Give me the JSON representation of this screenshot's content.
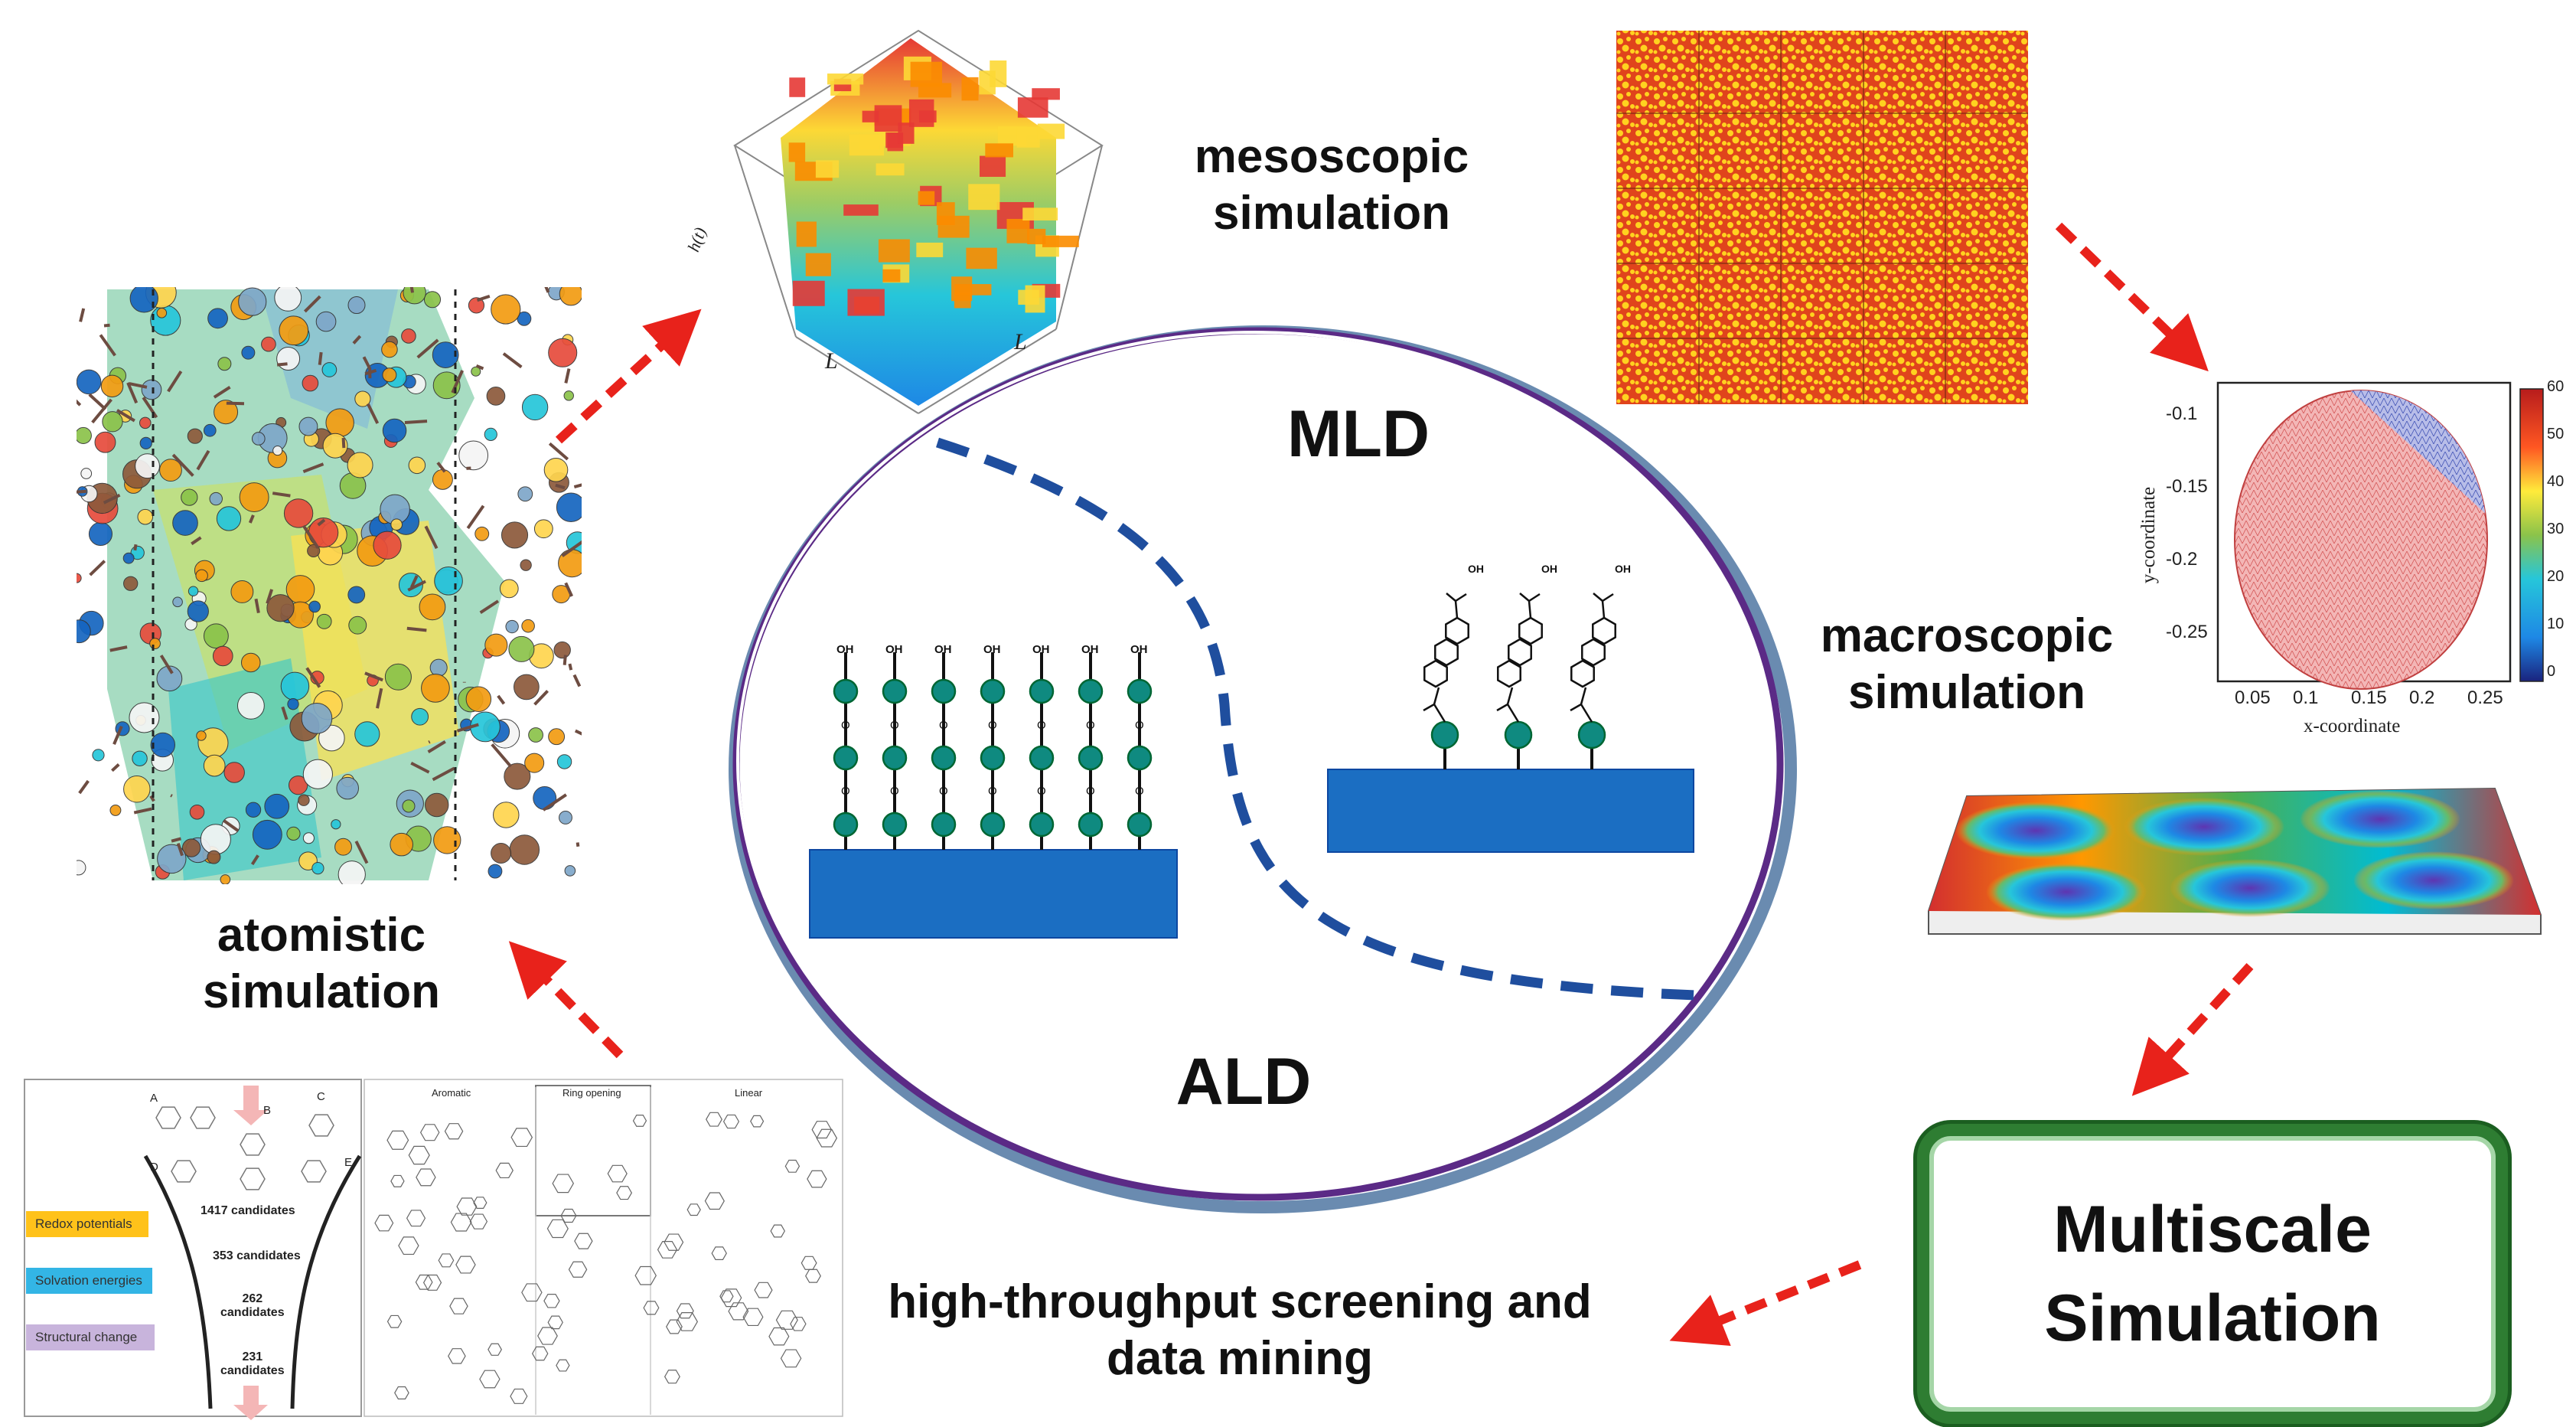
{
  "labels": {
    "mesoscopic": "mesoscopic\nsimulation",
    "macroscopic": "macroscopic\nsimulation",
    "atomistic": "atomistic\nsimulation",
    "screening": "high-throughput screening and\ndata mining",
    "mld": "MLD",
    "ald": "ALD"
  },
  "multiscale": {
    "line1": "Multiscale",
    "line2": "Simulation"
  },
  "molecule": {
    "oh": "OH",
    "o": "O"
  },
  "mesoscopic_plot": {
    "zlabel": "h(t)",
    "axis1": "L",
    "axis2": "L"
  },
  "macroscopic_plot": {
    "xlabel": "x-coordinate",
    "ylabel": "y-coordinate",
    "xticks": [
      "0.05",
      "0.1",
      "0.15",
      "0.2",
      "0.25"
    ],
    "yticks": [
      "-0.1",
      "-0.15",
      "-0.2",
      "-0.25"
    ],
    "colorbar": [
      "60",
      "50",
      "40",
      "30",
      "20",
      "10",
      "0"
    ]
  },
  "screening": {
    "letters": [
      "A",
      "B",
      "C",
      "D",
      "E"
    ],
    "stages": [
      "Redox potentials",
      "Solvation energies",
      "Structural change"
    ],
    "counts": [
      "1417 candidates",
      "353 candidates",
      "262\ncandidates",
      "231\ncandidates"
    ],
    "columns": [
      "Aromatic",
      "Ring opening",
      "Linear"
    ]
  },
  "colors": {
    "arrow": "#e8221b",
    "circle_outer": "#5b2a86",
    "circle_inner": "#6a8bb0",
    "substrate": "#1b6ec2",
    "node": "#0f8a80",
    "dashed": "#1f4e9e",
    "box": "#2e7d32"
  }
}
